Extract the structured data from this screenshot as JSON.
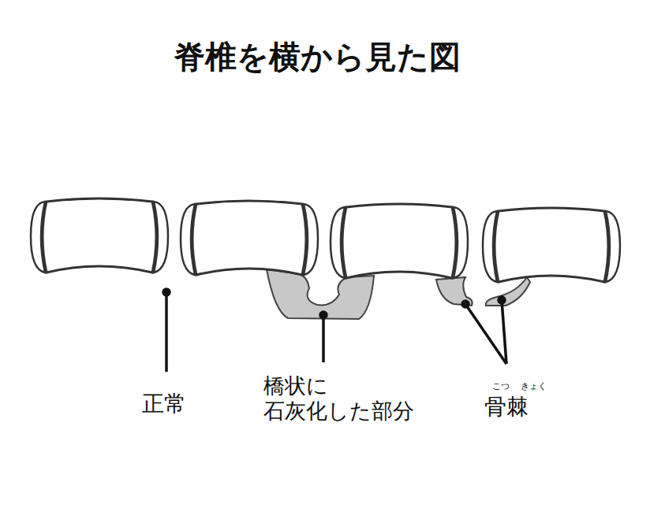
{
  "diagram": {
    "title": "脊椎を横から見た図",
    "labels": [
      "正常",
      "橋状に 石灰化した部分",
      "骨棘",
      "こつ",
      "きょく"
    ]
  }
}
